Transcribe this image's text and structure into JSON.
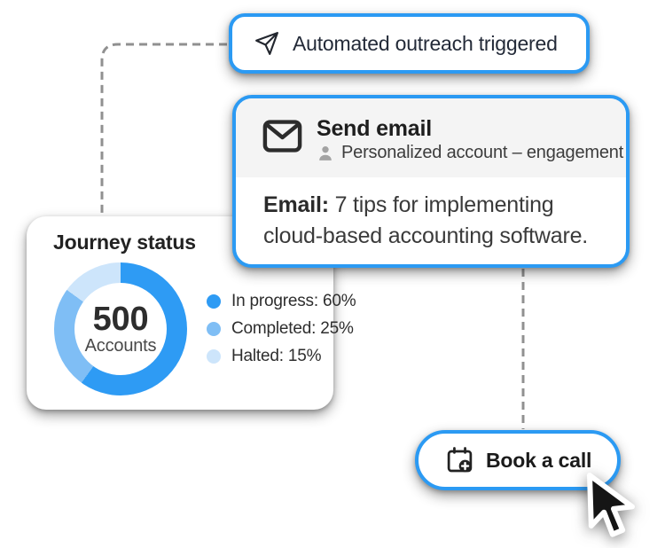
{
  "canvas": {
    "background": "#FFFFFF",
    "accent_blue": "#2B9AF3",
    "connector_gray": "#909090"
  },
  "trigger_pill": {
    "label": "Automated outreach triggered",
    "icon": "send-icon"
  },
  "email_card": {
    "title": "Send email",
    "audience": "Personalized account – engagement",
    "body_label": "Email:",
    "body_text": "7 tips for implementing cloud-based accounting software.",
    "icons": {
      "header": "envelope-icon",
      "audience": "person-icon"
    }
  },
  "journey_card": {
    "title": "Journey status",
    "center_value": "500",
    "center_label": "Accounts",
    "chart_data": {
      "type": "pie",
      "donut": true,
      "title": "Journey status",
      "center_value": 500,
      "center_label": "Accounts",
      "legend_position": "right",
      "segments": [
        {
          "label": "In progress",
          "value": 60,
          "display": "In progress: 60%",
          "color": "#2E9BF4"
        },
        {
          "label": "Completed",
          "value": 25,
          "display": "Completed: 25%",
          "color": "#7FBEF5"
        },
        {
          "label": "Halted",
          "value": 15,
          "display": "Halted: 15%",
          "color": "#CDE5FB"
        }
      ]
    }
  },
  "cta_pill": {
    "label": "Book a call",
    "icon": "calendar-add-icon"
  }
}
